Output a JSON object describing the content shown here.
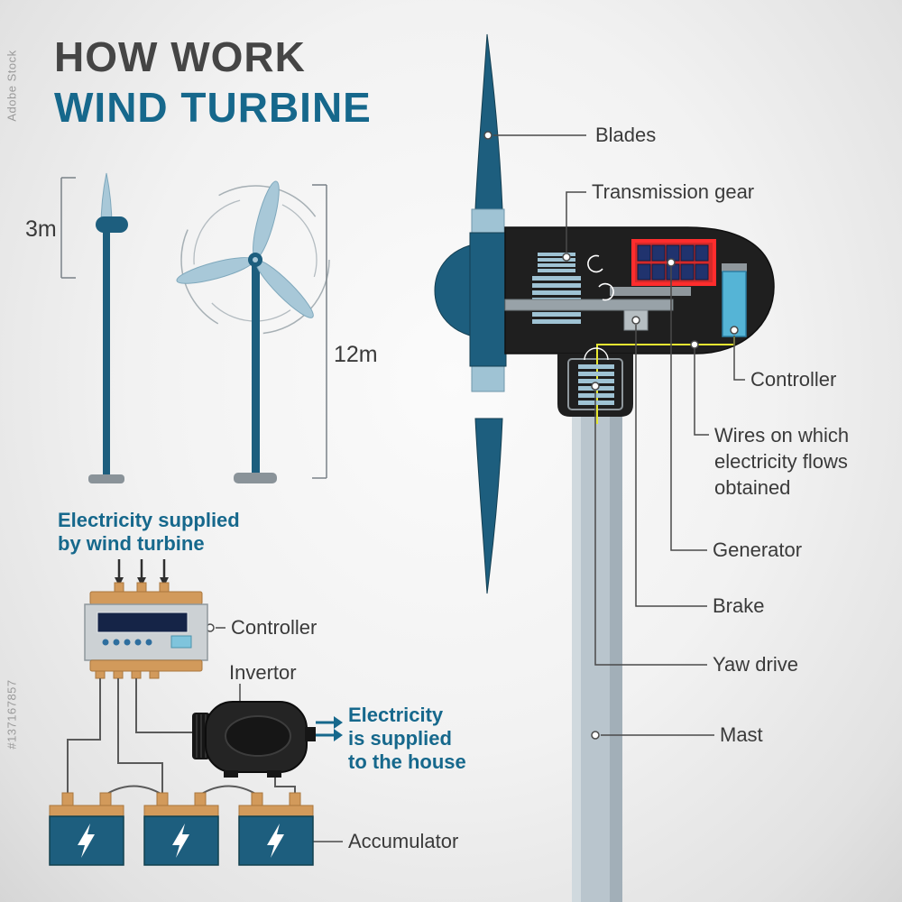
{
  "watermark": {
    "brand": "Adobe Stock",
    "id": "#137167857"
  },
  "title": {
    "line1": "HOW WORK",
    "line2": "WIND TURBINE"
  },
  "sizes": {
    "small": "3m",
    "large": "12m"
  },
  "labels": {
    "blades": "Blades",
    "transmission": "Transmission gear",
    "controller_nacelle": "Controller",
    "wires": "Wires on which electricity flows obtained",
    "wires_lines": [
      "Wires on which",
      "electricity flows",
      "obtained"
    ],
    "generator": "Generator",
    "brake": "Brake",
    "yaw": "Yaw drive",
    "mast": "Mast",
    "accumulator": "Accumulator"
  },
  "electrical": {
    "supply": "Electricity supplied by wind turbine",
    "supply_lines": [
      "Electricity supplied",
      "by wind turbine"
    ],
    "controller": "Controller",
    "invertor": "Invertor",
    "house": "Electricity is supplied to the house",
    "house_lines": [
      "Electricity",
      "is supplied",
      "to the house"
    ]
  },
  "colors": {
    "teal_text": "#16688c",
    "dark_teal": "#1d5e7e",
    "light_blue": "#9fc3d4",
    "nacelle_black": "#1f1f1f",
    "tan": "#d29a5b",
    "generator_red": "#d42a2a",
    "wire_yellow": "#e8e832",
    "mast_gray": "#b9c5cd",
    "label_text": "#3a3a3a"
  }
}
